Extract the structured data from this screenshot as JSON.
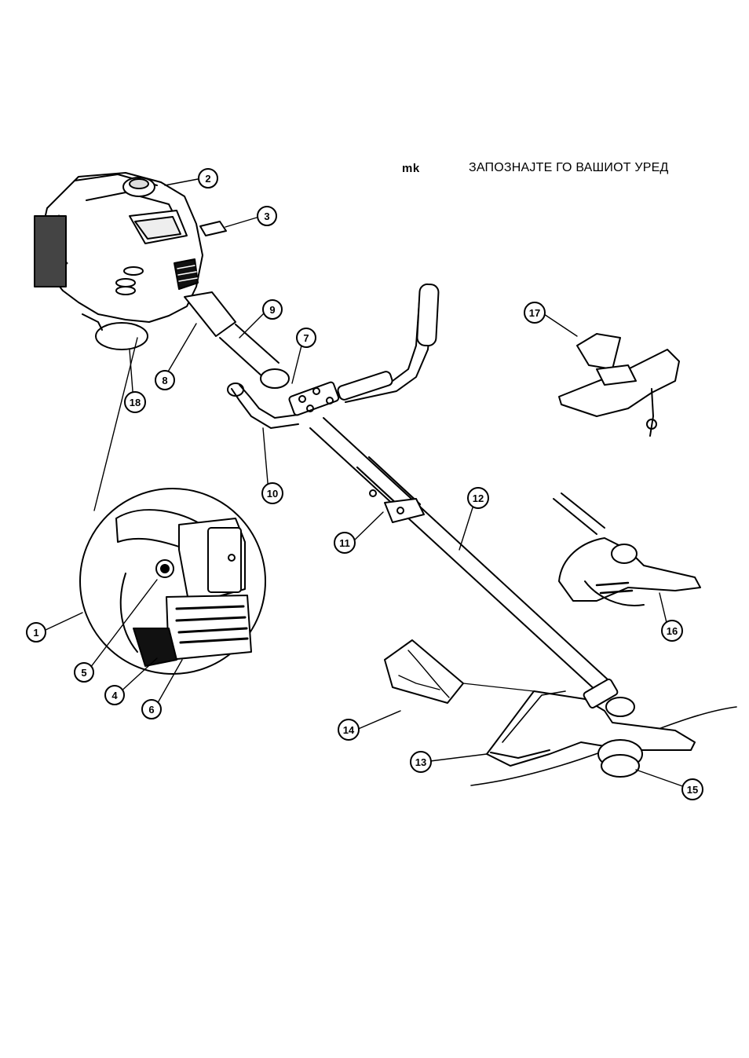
{
  "header": {
    "lang_code": "mk",
    "title": "ЗАПОЗНАЈТЕ ГО ВАШИОТ УРЕД"
  },
  "callouts": [
    {
      "id": "callout-1",
      "label": "1"
    },
    {
      "id": "callout-2",
      "label": "2"
    },
    {
      "id": "callout-3",
      "label": "3"
    },
    {
      "id": "callout-4",
      "label": "4"
    },
    {
      "id": "callout-5",
      "label": "5"
    },
    {
      "id": "callout-6",
      "label": "6"
    },
    {
      "id": "callout-7",
      "label": "7"
    },
    {
      "id": "callout-8",
      "label": "8"
    },
    {
      "id": "callout-9",
      "label": "9"
    },
    {
      "id": "callout-10",
      "label": "10"
    },
    {
      "id": "callout-11",
      "label": "11"
    },
    {
      "id": "callout-12",
      "label": "12"
    },
    {
      "id": "callout-13",
      "label": "13"
    },
    {
      "id": "callout-14",
      "label": "14"
    },
    {
      "id": "callout-15",
      "label": "15"
    },
    {
      "id": "callout-16",
      "label": "16"
    },
    {
      "id": "callout-17",
      "label": "17"
    },
    {
      "id": "callout-18",
      "label": "18"
    }
  ]
}
